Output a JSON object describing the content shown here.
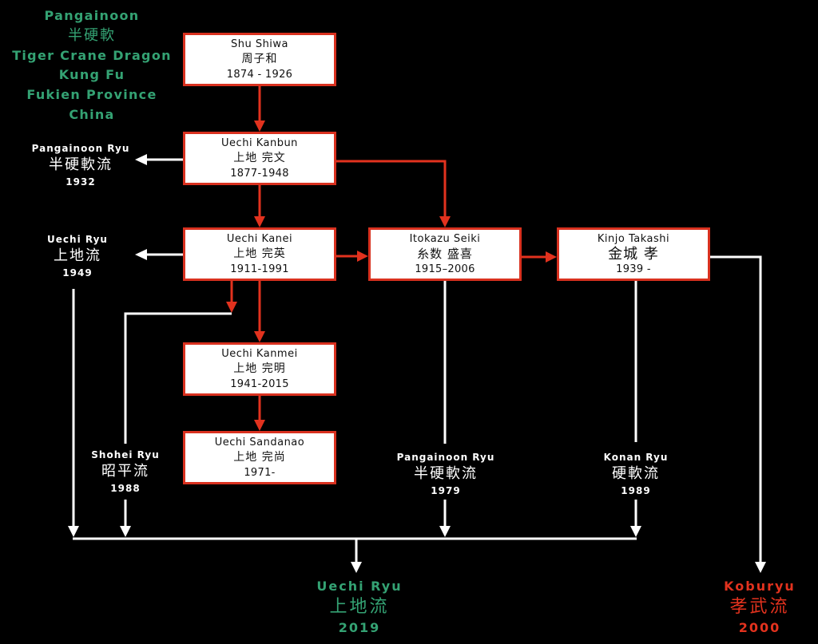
{
  "origin": {
    "line1": "Pangainoon",
    "line2": "半硬軟",
    "line3": "Tiger Crane Dragon",
    "line4": "Kung Fu",
    "line5": "Fukien Province",
    "line6": "China"
  },
  "masters": {
    "shu_shiwa": {
      "name": "Shu Shiwa",
      "kanji": "周子和",
      "years": "1874 - 1926"
    },
    "uechi_kanbun": {
      "name": "Uechi Kanbun",
      "kanji": "上地 完文",
      "years": "1877-1948"
    },
    "uechi_kanei": {
      "name": "Uechi Kanei",
      "kanji": "上地 完英",
      "years": "1911-1991"
    },
    "itokazu_seiki": {
      "name": "Itokazu Seiki",
      "kanji": "糸数 盛喜",
      "years": "1915–2006"
    },
    "kinjo_takashi": {
      "name": "Kinjo Takashi",
      "kanji": "金城 孝",
      "years": "1939 -"
    },
    "uechi_kanmei": {
      "name": "Uechi Kanmei",
      "kanji": "上地 完明",
      "years": "1941-2015"
    },
    "uechi_sandanao": {
      "name": "Uechi Sandanao",
      "kanji": "上地 完尚",
      "years": "1971-"
    }
  },
  "branches": {
    "pangainoon_1932": {
      "name": "Pangainoon Ryu",
      "kanji": "半硬軟流",
      "year": "1932"
    },
    "uechi_1949": {
      "name": "Uechi Ryu",
      "kanji": "上地流",
      "year": "1949"
    },
    "shohei_1988": {
      "name": "Shohei Ryu",
      "kanji": "昭平流",
      "year": "1988"
    },
    "pangainoon_1979": {
      "name": "Pangainoon Ryu",
      "kanji": "半硬軟流",
      "year": "1979"
    },
    "konan_1989": {
      "name": "Konan Ryu",
      "kanji": "硬軟流",
      "year": "1989"
    }
  },
  "outcomes": {
    "uechi_2019": {
      "name": "Uechi Ryu",
      "kanji": "上地流",
      "year": "2019"
    },
    "koburyu_2000": {
      "name": "Koburyu",
      "kanji": "孝武流",
      "year": "2000"
    }
  },
  "colors": {
    "background": "#000000",
    "green": "#34a273",
    "red": "#e2321e",
    "white": "#ffffff",
    "box_border": "#d9311f"
  }
}
